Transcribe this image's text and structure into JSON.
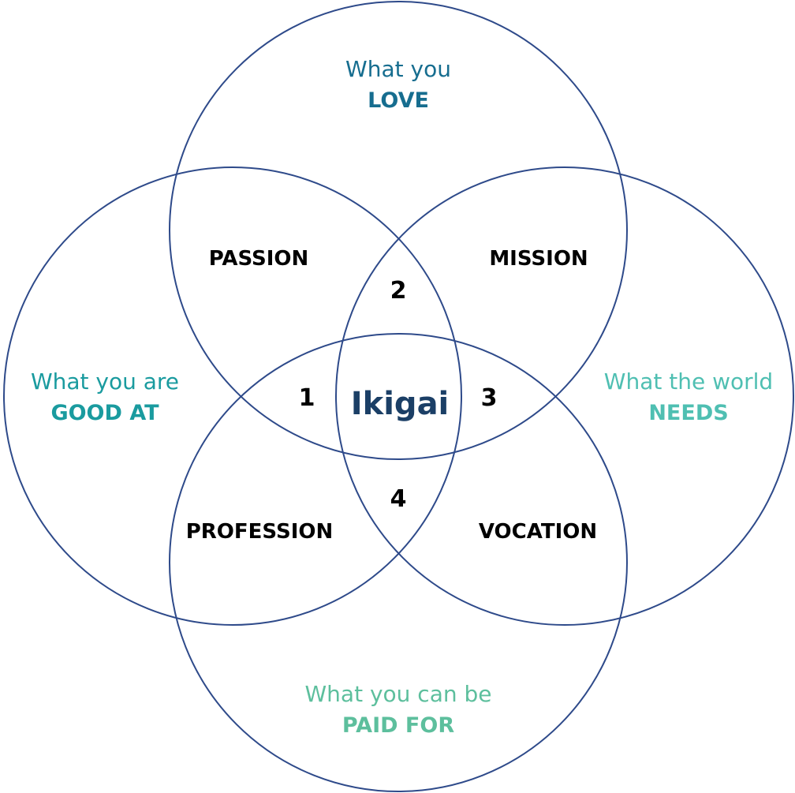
{
  "colors": {
    "circle_stroke": "#2e4a8a",
    "love": "#166d8f",
    "good_at": "#1a9b9f",
    "needs": "#4fbfb2",
    "paid_for": "#5dbf9d",
    "region_text": "#000000",
    "center_text": "#1b3f66"
  },
  "categories": {
    "love": {
      "line1": "What you",
      "line2": "LOVE"
    },
    "good_at": {
      "line1": "What you are",
      "line2": "GOOD AT"
    },
    "needs": {
      "line1": "What the world",
      "line2": "NEEDS"
    },
    "paid_for": {
      "line1": "What you can be",
      "line2": "PAID FOR"
    }
  },
  "regions": {
    "passion": "PASSION",
    "mission": "MISSION",
    "profession": "PROFESSION",
    "vocation": "VOCATION"
  },
  "numbers": {
    "n1": "1",
    "n2": "2",
    "n3": "3",
    "n4": "4"
  },
  "center": "Ikigai"
}
